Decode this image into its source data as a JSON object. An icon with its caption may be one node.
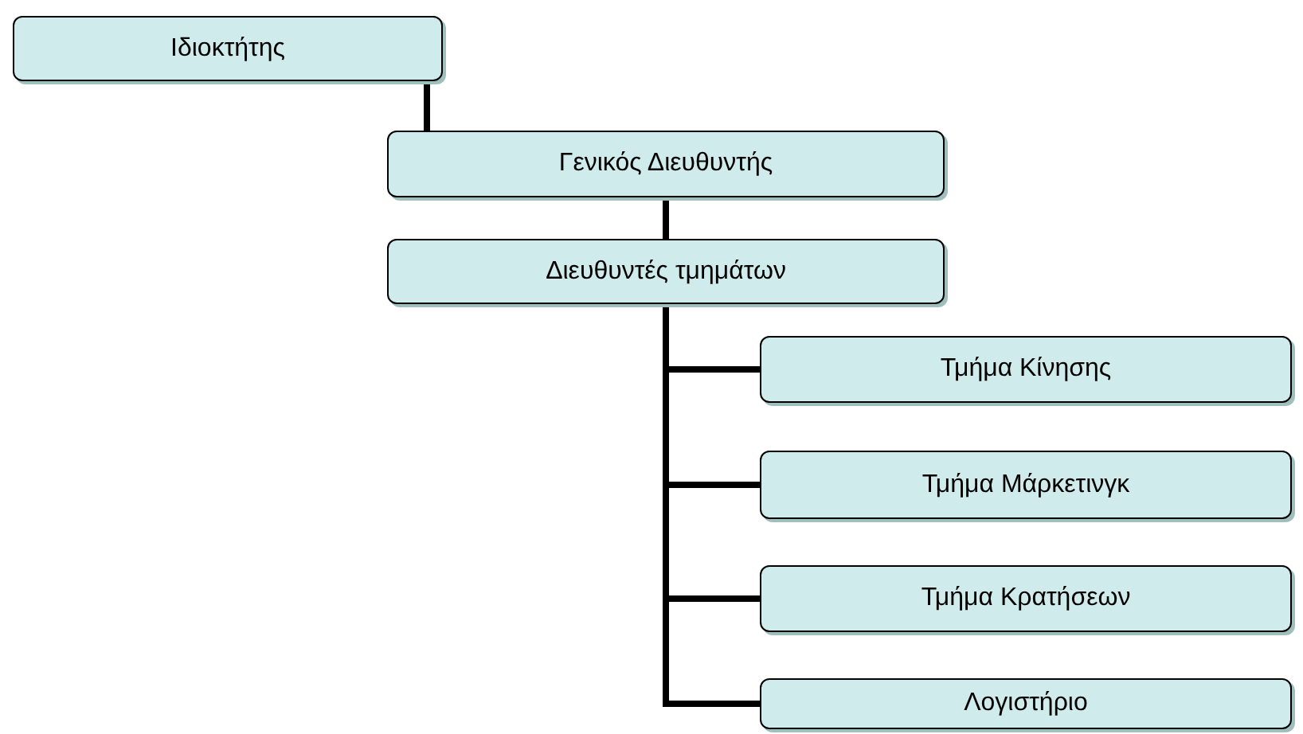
{
  "diagram": {
    "nodes": [
      {
        "text": [
          "Ιδιοκτήτης"
        ]
      },
      {
        "text": [
          "Γενικός Διευθυντής"
        ]
      },
      {
        "text": [
          "Διευθυντές τμημάτων"
        ]
      },
      {
        "text": [
          "Τμήμα Κίνησης"
        ]
      },
      {
        "text": [
          "Τμήμα Μάρκετινγκ"
        ]
      },
      {
        "text": [
          "Τμήμα Κρατήσεων"
        ]
      },
      {
        "text": [
          "Λογιστήριο"
        ]
      }
    ],
    "edges": [
      {
        "from": 0,
        "to": 1,
        "arrow": "none"
      },
      {
        "from": 1,
        "to": 2,
        "arrow": "none"
      },
      {
        "from": 2,
        "to": 3,
        "arrow": "none"
      },
      {
        "from": 2,
        "to": 4,
        "arrow": "none"
      },
      {
        "from": 2,
        "to": 5,
        "arrow": "none"
      },
      {
        "from": 2,
        "to": 6,
        "arrow": "none"
      }
    ]
  }
}
